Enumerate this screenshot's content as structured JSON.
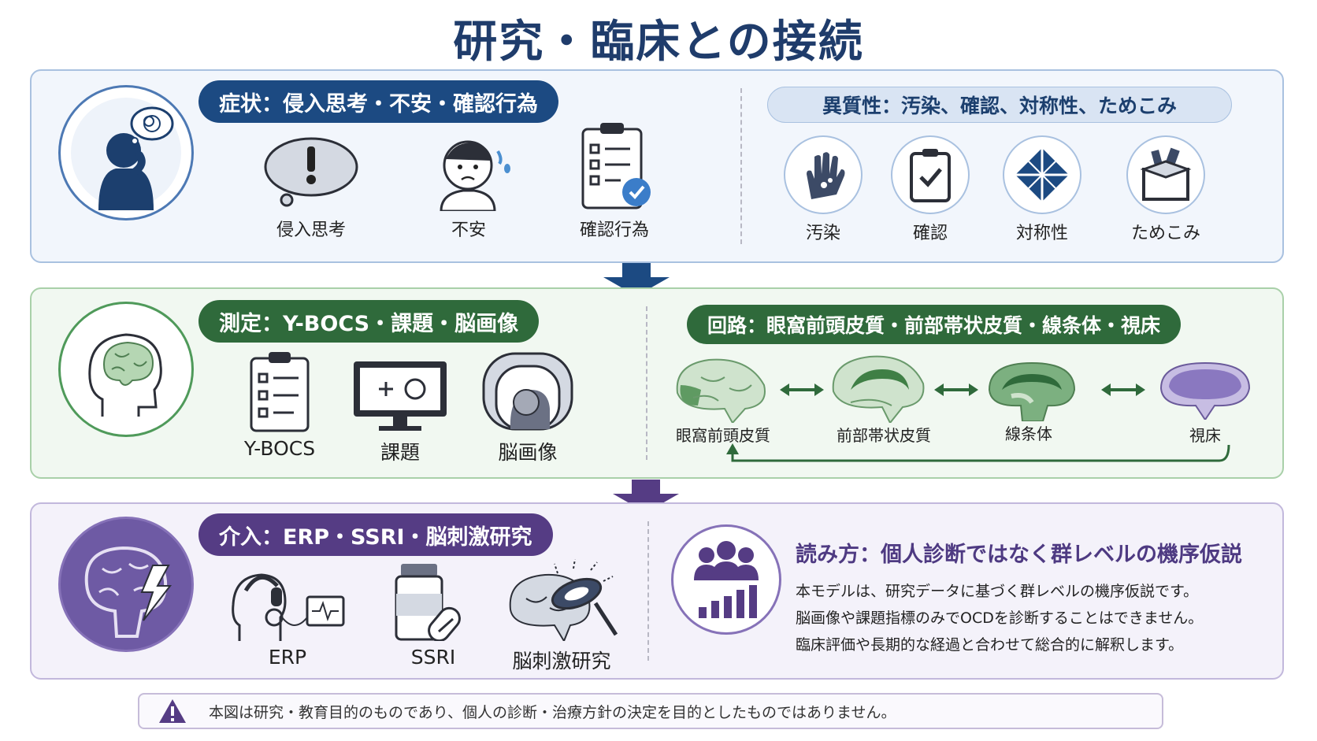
{
  "title": "研究・臨床との接続",
  "symptoms": {
    "heading": "症状：侵入思考・不安・確認行為",
    "items": [
      "侵入思考",
      "不安",
      "確認行為"
    ],
    "hetero_heading": "異質性：汚染、確認、対称性、ためこみ",
    "hetero_items": [
      "汚染",
      "確認",
      "対称性",
      "ためこみ"
    ]
  },
  "measurement": {
    "heading": "測定：Y-BOCS・課題・脳画像",
    "items": [
      "Y-BOCS",
      "課題",
      "脳画像"
    ],
    "circuit_heading": "回路：眼窩前頭皮質・前部帯状皮質・線条体・視床",
    "circuit_items": [
      "眼窩前頭皮質",
      "前部帯状皮質",
      "線条体",
      "視床"
    ]
  },
  "intervention": {
    "heading": "介入：ERP・SSRI・脳刺激研究",
    "items": [
      "ERP",
      "SSRI",
      "脳刺激研究"
    ],
    "read_title": "読み方：個人診断ではなく群レベルの機序仮説",
    "read_lines": [
      "本モデルは、研究データに基づく群レベルの機序仮説です。",
      "脳画像や課題指標のみでOCDを診断することはできません。",
      "臨床評価や長期的な経過と合わせて総合的に解釈します。"
    ]
  },
  "notice": "本図は研究・教育目的のものであり、個人の診断・治療方針の決定を目的としたものではありません。",
  "colors": {
    "blue": "#1c4a82",
    "green": "#2f6a3b",
    "purple": "#553c84"
  }
}
